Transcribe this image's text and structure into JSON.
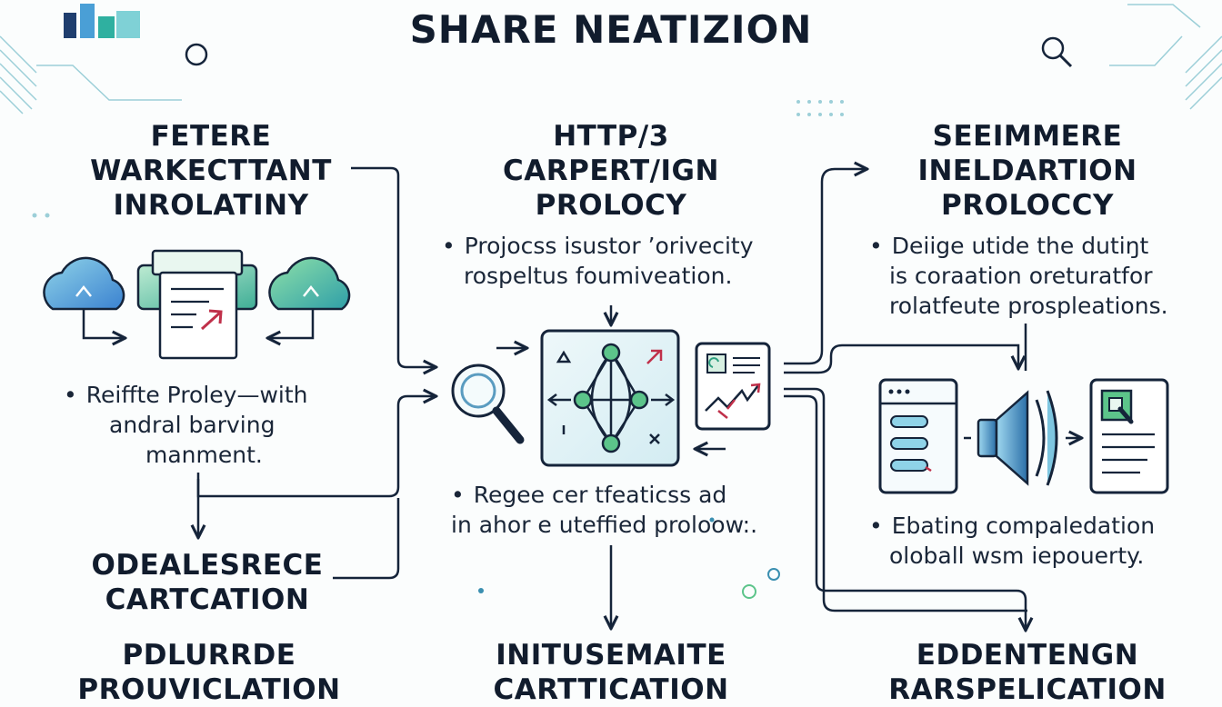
{
  "title": "SHARE NEATIZION",
  "columns": {
    "left": {
      "heading": [
        "FETERE",
        "WARKECTTANT",
        "INROLATINY"
      ],
      "bullet": [
        "Reiffte Proley—with",
        "andral barving",
        "manment."
      ],
      "bottom_heading": [
        "ODEALESRECE",
        "CARTCATION"
      ],
      "footer_heading": [
        "PDLURRDE",
        "PROUVICLATION"
      ]
    },
    "center": {
      "heading": [
        "HTTP/3",
        "CARPERT/IGN",
        "PROLOCY"
      ],
      "bullet_top": [
        "Projocss isustor ’orivecity",
        "rospeltus foumiveation."
      ],
      "bullet_bottom": [
        "Regee cer tfeaticss ad",
        "in ahor e uteffied proloow:."
      ],
      "footer_heading": [
        "INITUSEMAITE",
        "CARTTICATION"
      ]
    },
    "right": {
      "heading": [
        "SEEIMMERE",
        "INELDARTION",
        "PROLOCCY"
      ],
      "bullet_top": [
        "Deiige utide the dutiŋt",
        "is coraation oreturatfor",
        "rolatfeute prospleations."
      ],
      "bullet_bottom": [
        "Ebating compaledation",
        "oloball wsm iepouerty."
      ],
      "footer_heading": [
        "EDDENTENGN",
        "RARSPELICATION"
      ]
    }
  },
  "colors": {
    "ink": "#15243a",
    "teal": "#2fa39c",
    "blue": "#4a8fd6",
    "green": "#5cc48a",
    "light_panel": "#dff0f4",
    "red_arrow": "#c0304a"
  },
  "icons": [
    "cloud-icon",
    "document-icon",
    "magnifier-icon",
    "network-diagram-icon",
    "chart-card-icon",
    "browser-window-icon",
    "speaker-icon",
    "report-icon",
    "bar-logo-icon",
    "search-icon"
  ]
}
